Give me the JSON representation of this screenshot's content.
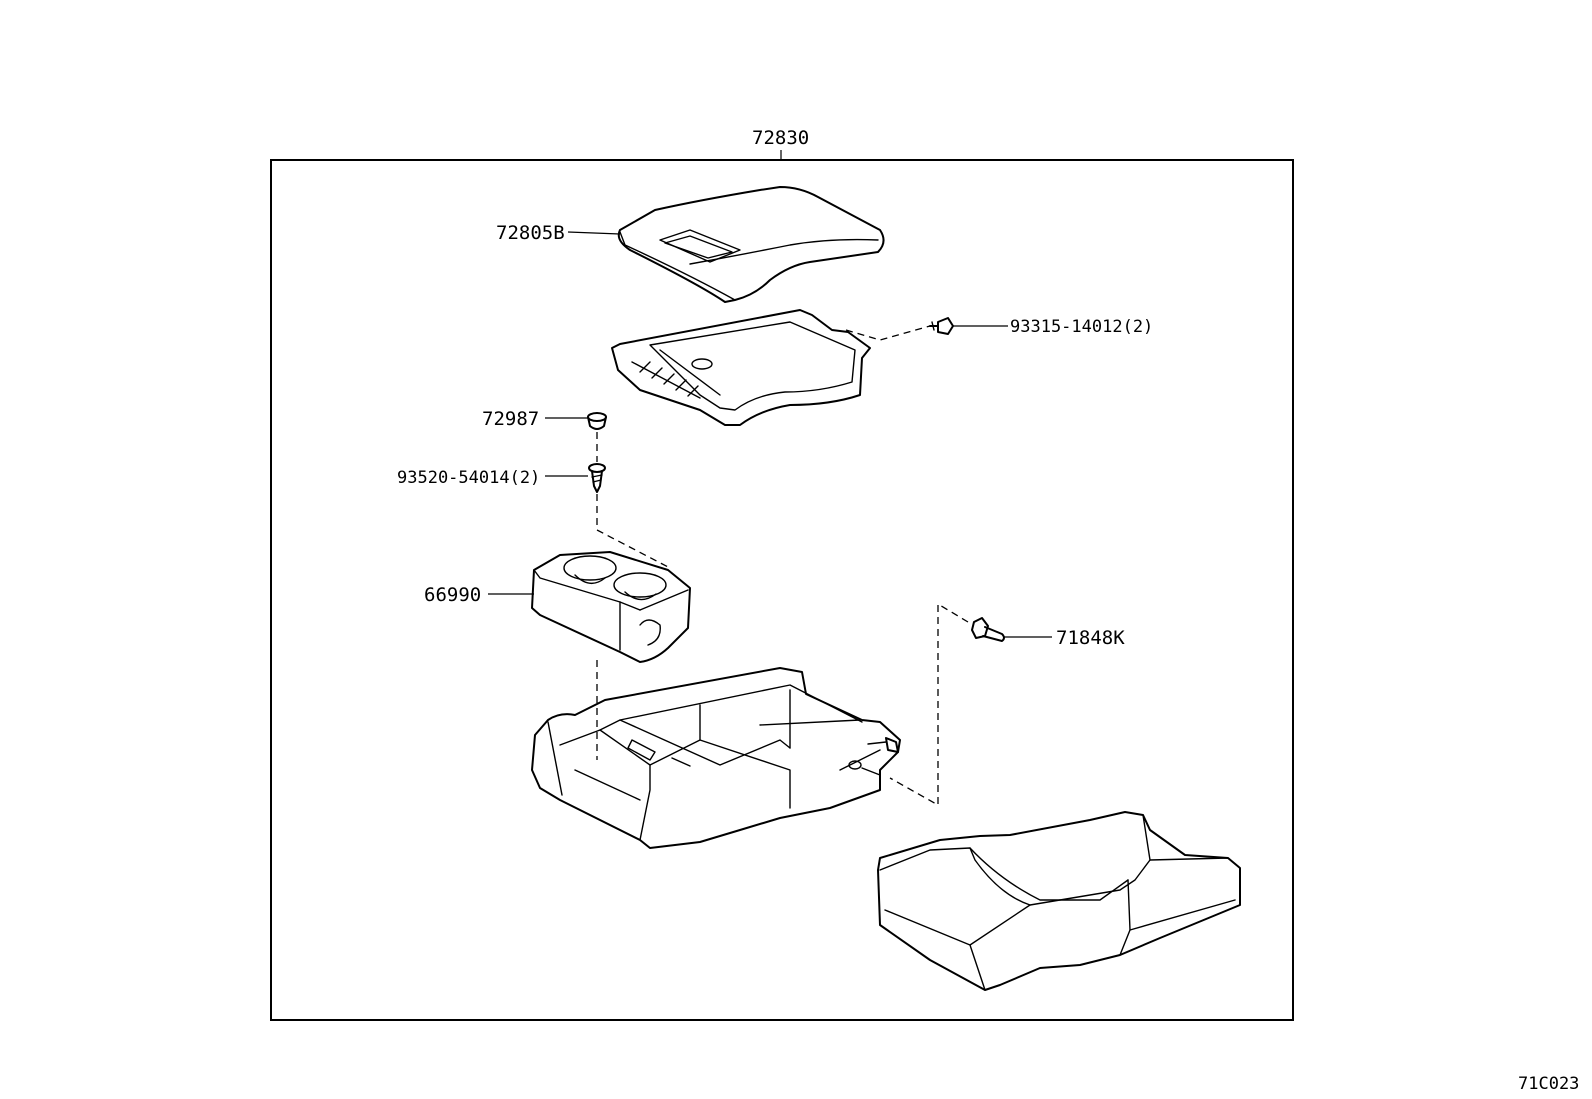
{
  "diagram": {
    "assembly_label": "72830",
    "figure_code": "71C023",
    "callouts": [
      {
        "id": "armrest-lid",
        "label": "72805B"
      },
      {
        "id": "screw-top",
        "label": "93315-14012(2)"
      },
      {
        "id": "cap",
        "label": "72987"
      },
      {
        "id": "screw-left",
        "label": "93520-54014(2)"
      },
      {
        "id": "cup-holder",
        "label": "66990"
      },
      {
        "id": "bolt",
        "label": "71848K"
      }
    ]
  }
}
